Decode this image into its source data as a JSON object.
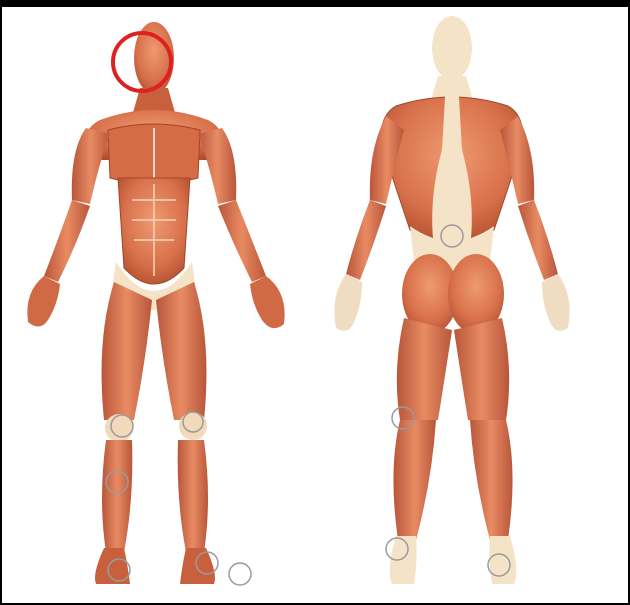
{
  "figures": [
    {
      "view": "front"
    },
    {
      "view": "back"
    }
  ],
  "colors": {
    "muscle": "#d9704a",
    "muscle_dark": "#a9482a",
    "muscle_light": "#ee9a73",
    "tendon": "#f4e3c6",
    "highlight_circle": "#e02020",
    "marker_circle": "#9a9a9a",
    "border": "#000000"
  },
  "annotations": {
    "highlighted_region": "head",
    "marker_regions": [
      "lower-back",
      "knee",
      "knee",
      "shin",
      "ankle",
      "ankle",
      "ankle",
      "back-knee",
      "heel",
      "heel"
    ]
  }
}
